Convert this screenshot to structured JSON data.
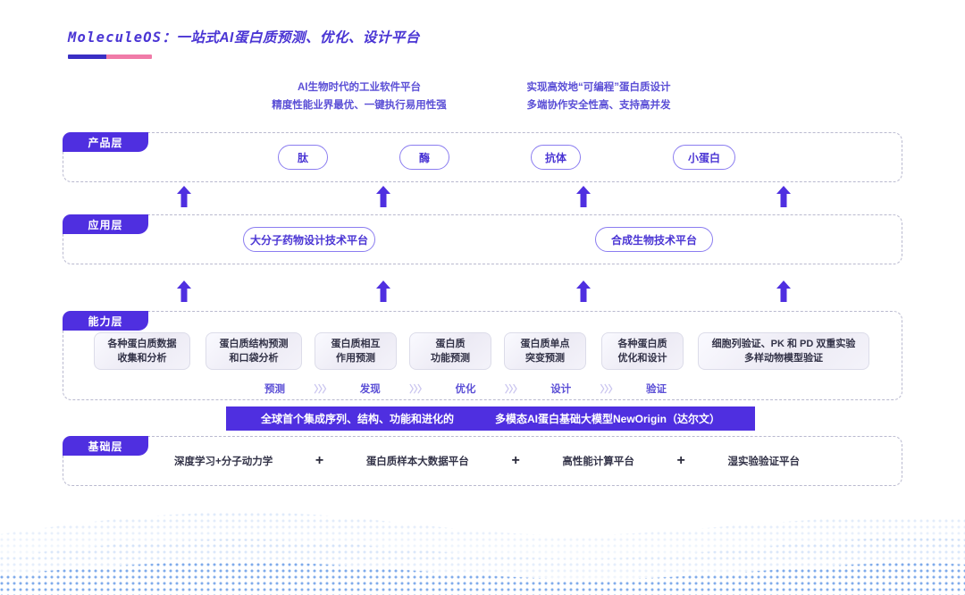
{
  "header": {
    "brand": "MoleculeOS",
    "title_separator": "：",
    "title_rest": "一站式AI蛋白质预测、优化、设计平台",
    "underline_color_left": "#3a2fc4",
    "underline_color_right": "#f07ba8"
  },
  "taglines": {
    "left": [
      "AI生物时代的工业软件平台",
      "精度性能业界最优、一键执行易用性强"
    ],
    "right": [
      "实现高效地“可编程”蛋白质设计",
      "多端协作安全性高、支持高并发"
    ]
  },
  "layers": {
    "product": {
      "badge": "产品层",
      "pills": [
        "肽",
        "酶",
        "抗体",
        "小蛋白"
      ]
    },
    "application": {
      "badge": "应用层",
      "pills": [
        "大分子药物设计技术平台",
        "合成生物技术平台"
      ]
    },
    "capability": {
      "badge": "能力层",
      "cards": [
        "各种蛋白质数据\n收集和分析",
        "蛋白质结构预测\n和口袋分析",
        "蛋白质相互\n作用预测",
        "蛋白质\n功能预测",
        "蛋白质单点\n突变预测",
        "各种蛋白质\n优化和设计",
        "细胞列验证、PK 和 PD 双重实验\n多样动物模型验证"
      ]
    },
    "foundation": {
      "badge": "基础层",
      "items": [
        "深度学习+分子动力学",
        "蛋白质样本大数据平台",
        "高性能计算平台",
        "湿实验验证平台"
      ],
      "separator": "+"
    }
  },
  "process_flow": {
    "stages": [
      "预测",
      "发现",
      "优化",
      "设计",
      "验证"
    ],
    "separator": "〉〉〉"
  },
  "model_banner": {
    "left_text": "全球首个集成序列、结构、功能和进化的",
    "right_text": "多模态AI蛋白基础大模型NewOrigin（达尔文）",
    "background_color": "#4f2fe0"
  },
  "theme": {
    "primary_purple": "#4f2fe0",
    "accent_violet": "#5b4fd6",
    "pill_border": "#8b7df0",
    "band_border": "#b9b9cf",
    "wave_blue": "#6d9fe8"
  },
  "icons": {
    "arrow_up": "arrow-up-icon",
    "plus": "plus-icon",
    "chevrons": "chevron-right-triple-icon"
  }
}
